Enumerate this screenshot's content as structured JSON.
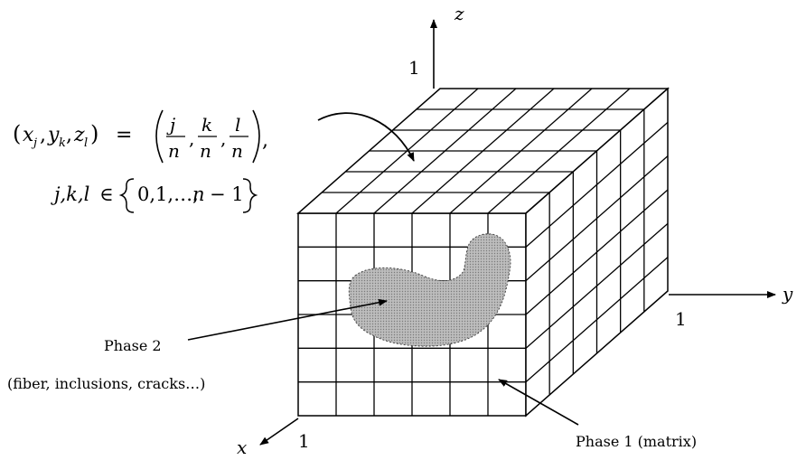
{
  "axes": {
    "z_label": "z",
    "y_label": "y",
    "x_label": "x",
    "z_tick": "1",
    "y_tick": "1",
    "x_tick": "1"
  },
  "formula": {
    "lhs_open": "(",
    "lhs_x": "x",
    "lhs_x_sub": "j",
    "lhs_y": "y",
    "lhs_y_sub": "k",
    "lhs_z": "z",
    "lhs_z_sub": "l",
    "lhs_close": ")",
    "equals": "=",
    "frac1_num": "j",
    "frac2_num": "k",
    "frac3_num": "l",
    "frac_den": "n",
    "trailing": ",",
    "index_set": "j,k,l",
    "element_of": "∈",
    "set_content": "0,1,…,",
    "set_n": "n",
    "set_tail": "− 1"
  },
  "labels": {
    "phase2_title": "Phase 2",
    "phase2_detail": "(fiber, inclusions, cracks…)",
    "phase1": "Phase 1 (matrix)"
  },
  "colors": {
    "ink": "#000000",
    "inclusion_fill": "#b8b8b8"
  },
  "grid": {
    "n": 6
  }
}
